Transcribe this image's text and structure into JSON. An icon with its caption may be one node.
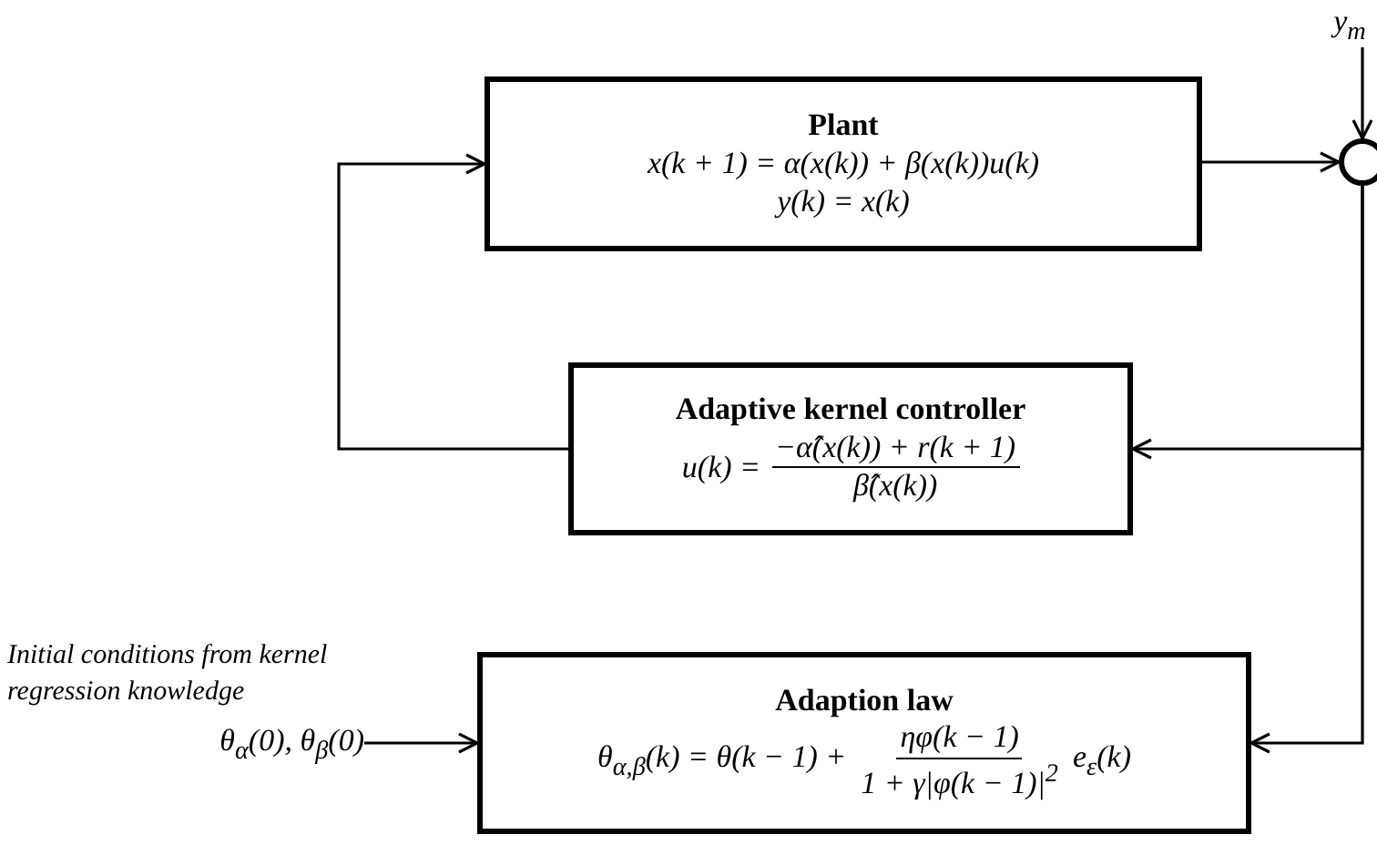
{
  "diagram": {
    "nodes": [
      {
        "text": [
          "Plant",
          "x(k + 1) = α(x(k)) + β(x(k))u(k)",
          "y(k) = x(k)"
        ]
      },
      {
        "text": [],
        "shape": "circle"
      },
      {
        "text": [
          "y$_{m}$"
        ]
      },
      {
        "text": [
          "Adaptive kernel controller",
          "u(k) =",
          "−α̂(x(k)) + r(k + 1)",
          "β̂(x(k))"
        ]
      },
      {
        "text": [
          "Adaption law",
          "θ$_{α,β}$(k) = θ(k − 1) +",
          "ηφ(k − 1)",
          "1 + γ|φ(k − 1)|$^{2}$",
          "e$_{ε}$(k)"
        ]
      },
      {
        "text": [
          "Initial conditions from kernel regression knowledge",
          "θ$_{α}$(0), θ$_{β}$(0)"
        ]
      }
    ],
    "edges": [
      {
        "from": 2,
        "to": 1,
        "arrow": "to"
      },
      {
        "from": 0,
        "to": 1,
        "arrow": "to"
      },
      {
        "from": 1,
        "to": 3,
        "arrow": "to"
      },
      {
        "from": 1,
        "to": 4,
        "arrow": "to"
      },
      {
        "from": 3,
        "to": 0,
        "arrow": "to"
      },
      {
        "from": 5,
        "to": 4,
        "arrow": "to"
      }
    ]
  }
}
